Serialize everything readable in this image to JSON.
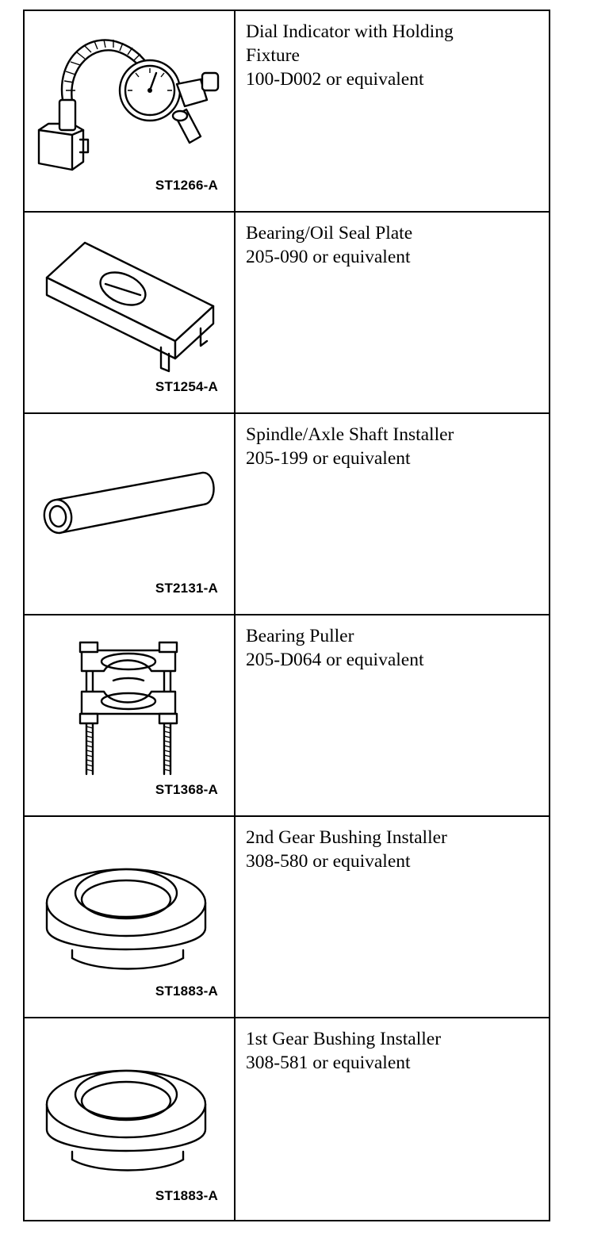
{
  "tools": [
    {
      "code": "ST1266-A",
      "name_lines": [
        "Dial Indicator with Holding",
        "Fixture"
      ],
      "part": "100-D002 or equivalent",
      "icon": "dial-indicator-icon"
    },
    {
      "code": "ST1254-A",
      "name_lines": [
        "Bearing/Oil Seal Plate"
      ],
      "part": "205-090 or equivalent",
      "icon": "seal-plate-icon"
    },
    {
      "code": "ST2131-A",
      "name_lines": [
        "Spindle/Axle Shaft Installer"
      ],
      "part": "205-199 or equivalent",
      "icon": "shaft-installer-icon"
    },
    {
      "code": "ST1368-A",
      "name_lines": [
        "Bearing Puller"
      ],
      "part": "205-D064 or equivalent",
      "icon": "bearing-puller-icon"
    },
    {
      "code": "ST1883-A",
      "name_lines": [
        "2nd Gear Bushing Installer"
      ],
      "part": "308-580 or equivalent",
      "icon": "bushing-installer-icon"
    },
    {
      "code": "ST1883-A",
      "name_lines": [
        "1st Gear Bushing Installer"
      ],
      "part": "308-581 or equivalent",
      "icon": "bushing-installer-icon"
    }
  ]
}
